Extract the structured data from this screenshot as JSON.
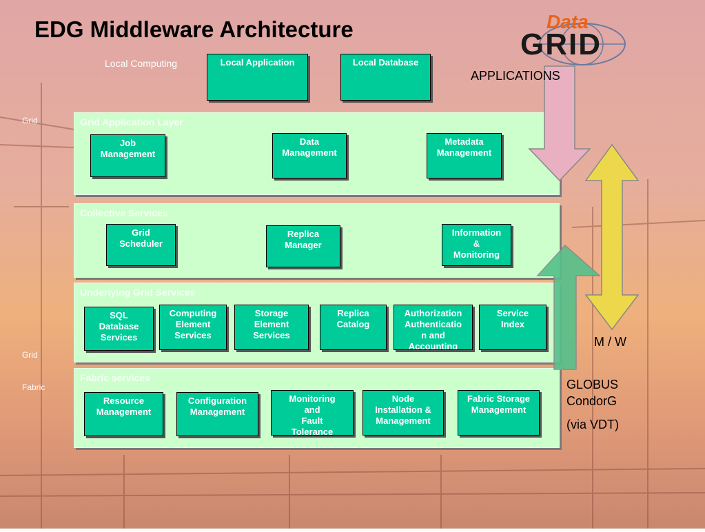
{
  "title": "EDG Middleware Architecture",
  "logo": {
    "top_text": "Data",
    "bottom_text": "GRID"
  },
  "side_labels": {
    "local_computing": "Local Computing",
    "grid_top": "Grid",
    "grid_bottom": "Grid",
    "fabric": "Fabric"
  },
  "local_boxes": {
    "app": "Local Application",
    "db": "Local Database"
  },
  "layers": {
    "grid_app": {
      "label": "Grid Application Layer",
      "boxes": [
        "Job\nManagement",
        "Data\nManagement",
        "Metadata\nManagement"
      ]
    },
    "collective": {
      "label": "Collective Services",
      "boxes": [
        "Grid\nScheduler",
        "Replica\nManager",
        "Information\n&\nMonitoring"
      ]
    },
    "underlying": {
      "label": "Underlying Grid Services",
      "boxes": [
        "SQL\nDatabase\nServices",
        "Computing\nElement\nServices",
        "Storage\nElement\nServices",
        "Replica\nCatalog",
        "Authorization\nAuthenticatio\nn and\nAccounting",
        "Service\nIndex"
      ]
    },
    "fabric": {
      "label": "Fabric services",
      "boxes": [
        "Resource\nManagement",
        "Configuration\nManagement",
        "Monitoring\nand\nFault\nTolerance",
        "Node\nInstallation &\nManagement",
        "Fabric Storage\nManagement"
      ]
    }
  },
  "right_labels": {
    "applications": "APPLICATIONS",
    "mw": "M / W",
    "globus": "GLOBUS",
    "condorg": "CondorG",
    "vdt": "(via VDT)"
  },
  "colors": {
    "box": "#00cc99",
    "layer": "#ccffcc",
    "down_arrow": "#e8b0c0",
    "up_arrow": "#55c08a",
    "double_arrow": "#ecd84a"
  }
}
